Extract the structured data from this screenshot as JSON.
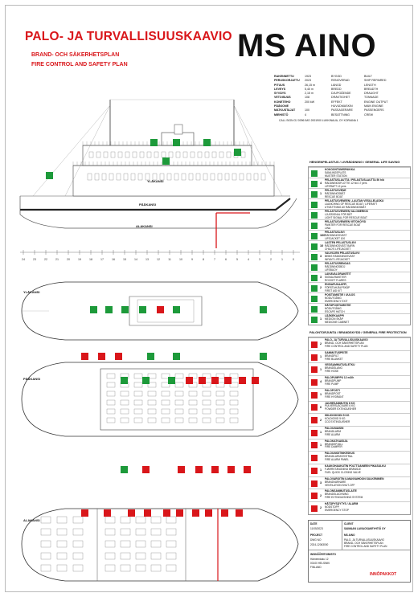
{
  "header": {
    "title": "PALO- JA TURVALLISUUSKAAVIO",
    "subtitle_sv": "BRAND- OCH SÄKERHETSPLAN",
    "subtitle_en": "FIRE CONTROL AND SAFETY PLAN",
    "ship_name": "MS AINO"
  },
  "specs": {
    "labels": [
      "RAKENNETTU",
      "PERUSKORJATTU",
      "PITUUS",
      "LEVEYS",
      "SYVÄYS",
      "VETOISUUS",
      "KONETEHO",
      "PÄÄKONE",
      "MATKUSTAJAT",
      "MIEHISTÖ"
    ],
    "values": [
      "1923",
      "2023",
      "26,15 m",
      "5,40 m",
      "2,15 m",
      "108",
      "200 kW",
      "",
      "100",
      "4"
    ],
    "sv": [
      "BYGGD",
      "RENOVERAD",
      "LÄNGD",
      "BREDD",
      "DJUPGÅENDE",
      "DRÄKTIGHET",
      "EFFEKT",
      "HUVUDMASKIN",
      "PASSAGERARE",
      "BESÄTTNING"
    ],
    "en": [
      "BUILT",
      "SHIP REPAIRED",
      "LENGTH",
      "BREADTH",
      "DRAUGHT",
      "TONNAGE",
      "ENGINE OUTPUT",
      "MAIN ENGINE",
      "PASSENGERS",
      "CREW"
    ]
  },
  "ref_line": "CALL SIGN   OJ 0096       IMO 2001900       LUKKINAUA, OY KORIANA 1",
  "decks": {
    "sun": "YLÄKANSI",
    "main": "PÄÄKANSI",
    "lower": "ALAKANSI"
  },
  "frames": [
    "24",
    "23",
    "22",
    "21",
    "20",
    "19",
    "18",
    "17",
    "16",
    "15",
    "14",
    "13",
    "12",
    "11",
    "10",
    "9",
    "8",
    "7",
    "6",
    "5",
    "4",
    "3",
    "2",
    "1",
    "0"
  ],
  "legend_sections": {
    "lifesaving": "HENGENPELASTUS / LIVRÄDDNING / GENERAL LIFE SAVING",
    "fire": "PALONTORJUNTA / BRANDSKYDD / GENERAL FIRE PROTECTION"
  },
  "legend_lifesaving": [
    {
      "count": "",
      "title": "KOKOONTUMISPAIKKA",
      "lines": [
        "SAMLINGSPLATS",
        "MUSTER STATION"
      ],
      "color": "#1d9a3a",
      "icon": "muster-station-icon"
    },
    {
      "count": "4",
      "title": "PELASTUSLAUTTA / PELASTUSLAUTTA  50 hlö",
      "lines": [
        "RÄDDNINGSFLOTTE 12 hlö  17 pers",
        "LIFERAFT  12 pers"
      ],
      "color": "#1d9a3a",
      "icon": "liferaft-icon"
    },
    {
      "count": "1",
      "title": "PELASTUSVENE",
      "lines": [
        "RÄDDNINGSBÅT",
        "RESCUE BOAT"
      ],
      "color": "#1d9a3a",
      "icon": "rescue-boat-icon"
    },
    {
      "count": "",
      "title": "PELASTUSVENEEN/ -LAUTAN VESILLELASKU",
      "lines": [
        "LAUNCHING OF RESCUE BOAT / LIFERAFT",
        "UTSÄTTNING AV RÄDDNINGSBÅT"
      ],
      "color": "#1d9a3a",
      "icon": "launching-icon"
    },
    {
      "count": "",
      "title": "PELASTUSVENEEN VALOMERKKI",
      "lines": [
        "LJUSSIGNAL FÖR BÅT",
        "LIGHT SIGNAL FOR RESCUE BOAT"
      ],
      "color": "#1d9a3a",
      "icon": "boat-light-icon"
    },
    {
      "count": "",
      "title": "PELASTUSVENEEN VETOKÖYSI",
      "lines": [
        "PAINTER FOR RESCUE BOAT",
        "LINA"
      ],
      "color": "#1d9a3a",
      "icon": "painter-icon"
    },
    {
      "count": "100",
      "title": "PELASTUSLIIVI",
      "lines": [
        "RÄDDNINGSVÄST",
        "LIFEJACKET  100"
      ],
      "color": "#1d9a3a",
      "icon": "lifejacket-icon"
    },
    {
      "count": "10",
      "title": "LASTEN PELASTUSLIIVI",
      "lines": [
        "RÄDDNINGSVÄST BARN",
        "CHILD'S LIFEJACKET"
      ],
      "color": "#1d9a3a",
      "icon": "child-lifejacket-icon"
    },
    {
      "count": "3",
      "title": "VAUVOJEN PELASTUSLIIVI",
      "lines": [
        "BEBIS RÄDDNINGSVÄST",
        "INFANT LIFEJACKET"
      ],
      "color": "#1d9a3a",
      "icon": "infant-lifejacket-icon"
    },
    {
      "count": "",
      "title": "PELASTUSRENGAS",
      "lines": [
        "RÄDDNINGSBOJ",
        "LIFEBUOY"
      ],
      "color": "#1d9a3a",
      "icon": "lifebuoy-icon"
    },
    {
      "count": "3",
      "title": "LAIVAVALORAKETIT",
      "lines": [
        "SIGNALRAKETER",
        "ROCKET FLARES"
      ],
      "color": "#1d9a3a",
      "icon": "flare-icon"
    },
    {
      "count": "2",
      "title": "ENSIAPUKAAPPI",
      "lines": [
        "FÖRSTAHJÄLPSKÅP",
        "FIRST AID KIT"
      ],
      "color": "#1d9a3a",
      "icon": "first-aid-icon"
    },
    {
      "count": "",
      "title": "POISTUMISTIE / UULOS",
      "lines": [
        "NÖDUTGÅNG",
        "EMERGENCY EXIT"
      ],
      "color": "#1d9a3a",
      "icon": "exit-icon"
    },
    {
      "count": "",
      "title": "HÄTÄPOISTUMISTIE",
      "lines": [
        "NÖDUTGÅNG",
        "ESCAPE HATCH"
      ],
      "color": "#1d9a3a",
      "icon": "escape-icon"
    },
    {
      "count": "1",
      "title": "LÄÄKEKAAPPI",
      "lines": [
        "MEDICIN SKÅP",
        "MEDICINE CABINET"
      ],
      "color": "#1d9a3a",
      "icon": "medicine-icon"
    }
  ],
  "legend_fire": [
    {
      "count": "2",
      "title": "PALO- JA TURVALLISUUSKAAVIO",
      "lines": [
        "BRAND- OCH SÄKERHETSPLAN",
        "FIRE CONTROL AND SAFETY PLAN"
      ],
      "color": "#d9161a",
      "icon": "plan-icon"
    },
    {
      "count": "1",
      "title": "SAMMUTUSPEITE",
      "lines": [
        "BRANDFILT",
        "FIRE BLANKET"
      ],
      "color": "#d9161a",
      "icon": "blanket-icon"
    },
    {
      "count": "1",
      "title": "VESISAMMUTUSLETKU",
      "lines": [
        "BRANDSLANG",
        "FIRE HOSE"
      ],
      "color": "#d9161a",
      "icon": "hose-icon"
    },
    {
      "count": "4",
      "title": "PALOPUMPPU   12 m3/h",
      "lines": [
        "BRANDPUMP",
        "FIRE PUMP"
      ],
      "color": "#d9161a",
      "icon": "fire-pump-icon"
    },
    {
      "count": "1",
      "title": "PALOPOSTI",
      "lines": [
        "BRANDPOST",
        "FIRE HYDRANT"
      ],
      "color": "#d9161a",
      "icon": "hydrant-icon"
    },
    {
      "count": "6",
      "title": "JAUHESAMMUTIN 6 KG",
      "lines": [
        "PULVERSLÄCKARE 6 KG",
        "POWDER EXTINGUISHER"
      ],
      "color": "#d9161a",
      "icon": "extinguisher-icon"
    },
    {
      "count": "2",
      "title": "HIILIDIOKSIDI 5 KG",
      "lines": [
        "KOLDIOXID 5 KG",
        "CO2 EXTINGUISHER"
      ],
      "color": "#d9161a",
      "icon": "co2-icon"
    },
    {
      "count": "1",
      "title": "PALOILMAISIN",
      "lines": [
        "BRANDLARM",
        "FIRE ALARM"
      ],
      "color": "#d9161a",
      "icon": "fire-alarm-icon"
    },
    {
      "count": "1",
      "title": "PALOKATKAISIJA",
      "lines": [
        "BRANDSPJÄLL",
        "FIRE DAMPER"
      ],
      "color": "#d9161a",
      "icon": "damper-icon"
    },
    {
      "count": "",
      "title": "PALOILMOITINKESKUS",
      "lines": [
        "BRANDLARMCENTRAL",
        "FIRE ALARM PANEL"
      ],
      "color": "#d9161a",
      "icon": "alarm-panel-icon"
    },
    {
      "count": "1",
      "title": "KAUKOHAUKUTIN POLTTOAINEEN PIKASULKU",
      "lines": [
        "FJÄRRSTÄNGNING BRÄNSLE",
        "FUEL QUICK CLOSING VALVE"
      ],
      "color": "#d9161a",
      "icon": "fuel-valve-icon"
    },
    {
      "count": "3",
      "title": "PALOVAROITIN ILMANVAIHDON SULKEMINEN",
      "lines": [
        "BRANDVARNARE",
        "VENTILATION SHUT-OFF"
      ],
      "color": "#d9161a",
      "icon": "ventilation-icon"
    },
    {
      "count": "2",
      "title": "PALONSAMMUTUSLAITE",
      "lines": [
        "BRANDSLÄCKNING",
        "FIRE EXTINGUISHING SYSTEM"
      ],
      "color": "#d9161a",
      "icon": "fb-icon"
    },
    {
      "count": "2",
      "title": "HÄTÄPYSÄYTYS / ALARM",
      "lines": [
        "NÖDSTOPP",
        "EMERGENCY STOP"
      ],
      "color": "#d9161a",
      "icon": "emergency-stop-icon"
    }
  ],
  "title_block": {
    "date_label": "DATE",
    "date": "11/05/2023",
    "client_label": "CLIENT",
    "client": "SAIMAAN LAIVAOSAKEYHTIÖ OY",
    "project_label": "PROJECT",
    "project": "MS AINO",
    "drawing_no_label": "DWG NO",
    "drawing_no": "2024-12063000",
    "drawing_title": "PALO- JA TURVALLISUUSKAAVIO",
    "drawing_title_2": "BRAND- OCH SÄKERHETSPLAN",
    "drawing_title_3": "FIRE CONTROL AND SAFETY PLAN",
    "company": "INSINÖÖRITOIMISTO",
    "address": [
      "Hämeenkatu 12",
      "00100 HELSINKI",
      "FINLAND"
    ],
    "brand": "INNŌPAKKOT"
  },
  "colors": {
    "red": "#d9161a",
    "green": "#1d9a3a",
    "hull": "#222222",
    "deck": "#555555"
  }
}
